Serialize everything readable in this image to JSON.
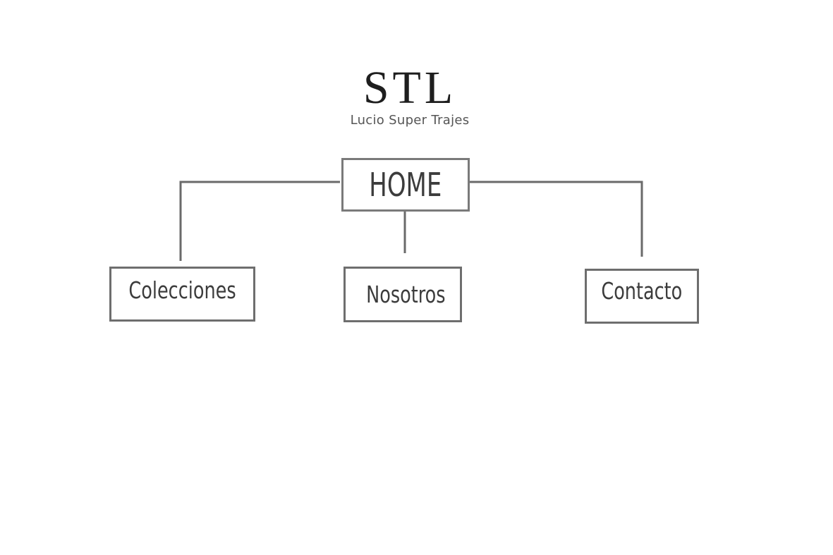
{
  "brand": {
    "logo": "STL",
    "tagline": "Lucio Super Trajes"
  },
  "sitemap": {
    "root": "HOME",
    "children": [
      "Colecciones",
      "Nosotros",
      "Contacto"
    ]
  },
  "colors": {
    "background": "#ffffff",
    "box_border": "#6e6e6e",
    "connector": "#6a6a6a",
    "text": "#3c3c3c",
    "logo": "#1e1e1e"
  }
}
